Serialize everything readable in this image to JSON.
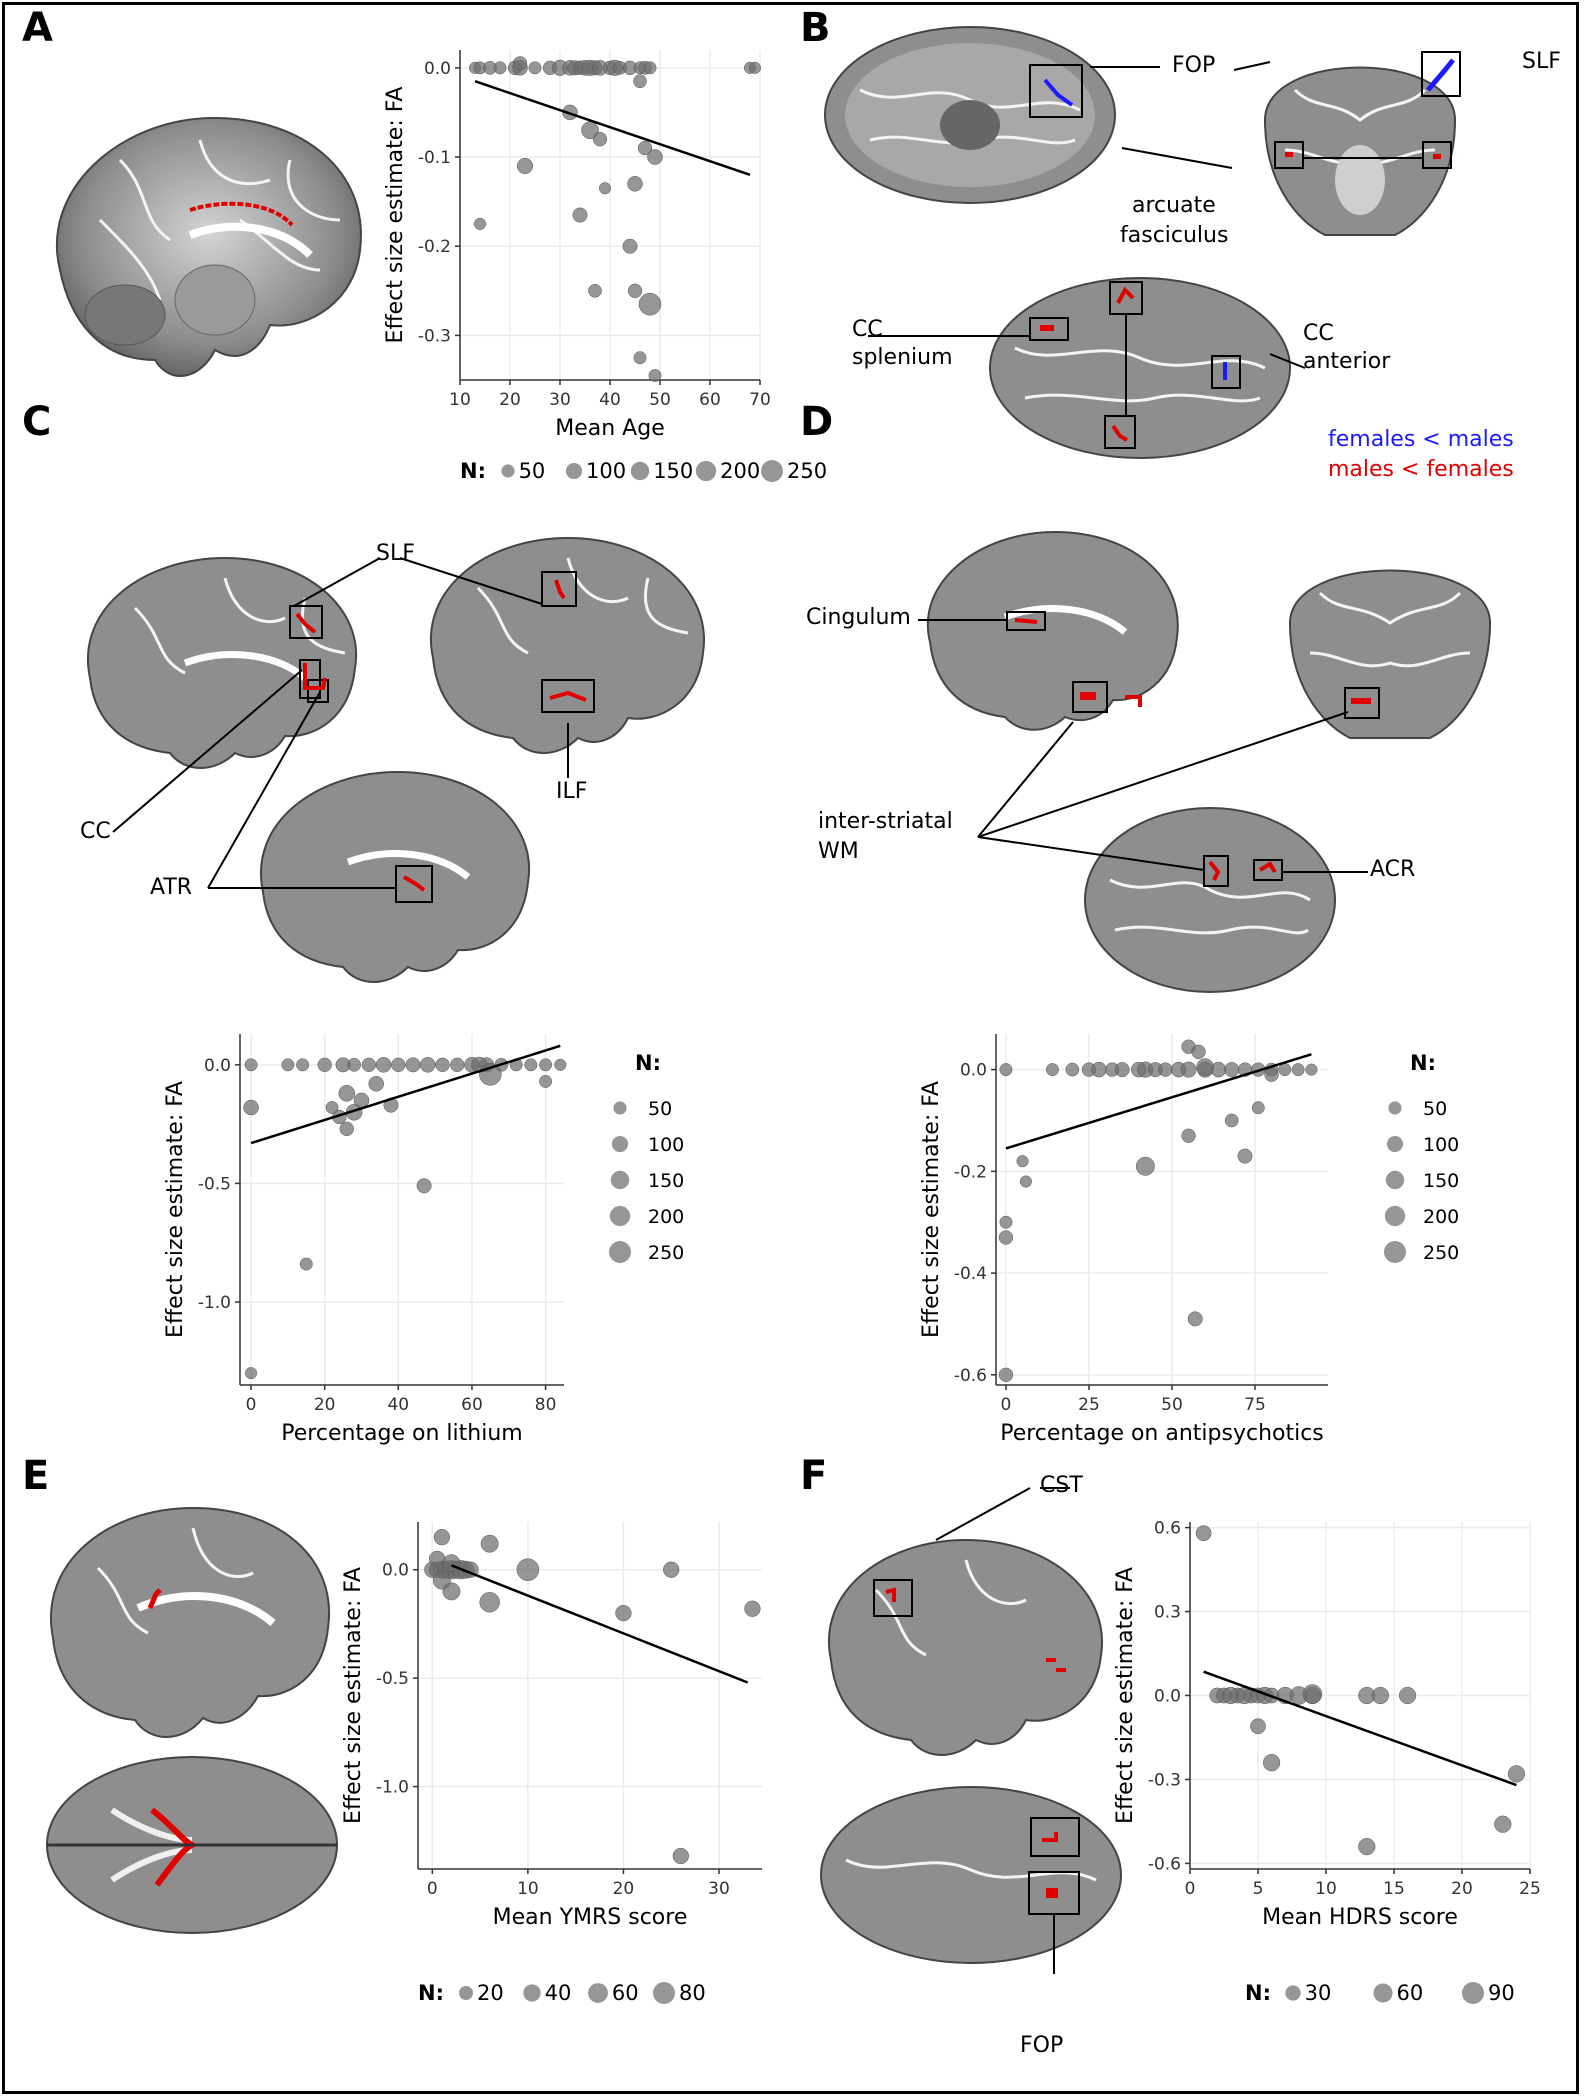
{
  "panels": {
    "A": {
      "letter": "A"
    },
    "B": {
      "letter": "B",
      "labels": {
        "fop": "FOP",
        "slf": "SLF",
        "arcuate1": "arcuate",
        "arcuate2": "fasciculus",
        "cc_splenium1": "CC",
        "cc_splenium2": "splenium",
        "cc_anterior1": "CC",
        "cc_anterior2": "anterior"
      },
      "legend": {
        "blue": "females < males",
        "red": "males < females",
        "blue_color": "#1a1aff",
        "red_color": "#e00000"
      }
    },
    "C": {
      "letter": "C",
      "labels": {
        "slf": "SLF",
        "cc": "CC",
        "atr": "ATR",
        "ilf": "ILF"
      }
    },
    "D": {
      "letter": "D",
      "labels": {
        "cingulum": "Cingulum",
        "isw1": "inter-striatal",
        "isw2": "WM",
        "acr": "ACR"
      }
    },
    "E": {
      "letter": "E"
    },
    "F": {
      "letter": "F",
      "labels": {
        "cst": "CST",
        "fop": "FOP"
      }
    }
  },
  "chart_data": [
    {
      "id": "A",
      "type": "scatter",
      "xlabel": "Mean Age",
      "ylabel": "Effect size estimate: FA",
      "xlim": [
        10,
        70
      ],
      "ylim": [
        -0.35,
        0.02
      ],
      "xticks": [
        10,
        20,
        30,
        40,
        50,
        60,
        70
      ],
      "yticks": [
        0.0,
        -0.1,
        -0.2,
        -0.3
      ],
      "ytick_labels": [
        "0.0",
        "-0.1",
        "-0.2",
        "-0.3"
      ],
      "xtick_labels": [
        "10",
        "20",
        "30",
        "40",
        "50",
        "60",
        "70"
      ],
      "trend": [
        [
          13,
          -0.015
        ],
        [
          68,
          -0.12
        ]
      ],
      "points": [
        [
          13,
          0,
          30
        ],
        [
          14,
          0,
          40
        ],
        [
          16,
          0,
          50
        ],
        [
          18,
          0,
          40
        ],
        [
          21,
          0,
          60
        ],
        [
          22,
          0,
          80
        ],
        [
          25,
          0,
          40
        ],
        [
          28,
          0,
          60
        ],
        [
          30,
          0,
          90
        ],
        [
          32,
          0,
          80
        ],
        [
          33,
          0,
          70
        ],
        [
          34,
          0,
          60
        ],
        [
          35,
          0,
          80
        ],
        [
          36,
          0,
          90
        ],
        [
          37,
          0,
          70
        ],
        [
          38,
          0,
          80
        ],
        [
          40,
          0,
          60
        ],
        [
          41,
          0,
          90
        ],
        [
          42,
          0,
          50
        ],
        [
          44,
          0,
          60
        ],
        [
          46,
          0,
          40
        ],
        [
          47,
          0,
          50
        ],
        [
          48,
          0,
          40
        ],
        [
          68,
          0,
          30
        ],
        [
          69,
          0,
          30
        ],
        [
          22,
          0.005,
          60
        ],
        [
          46,
          -0.015,
          50
        ],
        [
          32,
          -0.05,
          80
        ],
        [
          36,
          -0.07,
          120
        ],
        [
          38,
          -0.08,
          60
        ],
        [
          47,
          -0.09,
          60
        ],
        [
          49,
          -0.1,
          80
        ],
        [
          23,
          -0.11,
          90
        ],
        [
          45,
          -0.13,
          80
        ],
        [
          39,
          -0.135,
          30
        ],
        [
          14,
          -0.175,
          30
        ],
        [
          34,
          -0.165,
          70
        ],
        [
          44,
          -0.2,
          70
        ],
        [
          45,
          -0.25,
          60
        ],
        [
          37,
          -0.25,
          50
        ],
        [
          48,
          -0.265,
          250
        ],
        [
          46,
          -0.325,
          40
        ],
        [
          49,
          -0.345,
          40
        ]
      ],
      "legend": {
        "title": "N:",
        "sizes": [
          50,
          100,
          150,
          200,
          250
        ],
        "labels": [
          "50",
          "100",
          "150",
          "200",
          "250"
        ]
      }
    },
    {
      "id": "C",
      "type": "scatter",
      "xlabel": "Percentage on lithium",
      "ylabel": "Effect size estimate: FA",
      "xlim": [
        -3,
        85
      ],
      "ylim": [
        -1.35,
        0.13
      ],
      "xticks": [
        0,
        20,
        40,
        60,
        80
      ],
      "xtick_labels": [
        "0",
        "20",
        "40",
        "60",
        "80"
      ],
      "yticks": [
        0.0,
        -0.5,
        -1.0
      ],
      "ytick_labels": [
        "0.0",
        "-0.5",
        "-1.0"
      ],
      "trend": [
        [
          0,
          -0.33
        ],
        [
          84,
          0.08
        ]
      ],
      "points": [
        [
          0,
          0,
          40
        ],
        [
          10,
          0,
          40
        ],
        [
          14,
          0,
          40
        ],
        [
          20,
          0,
          60
        ],
        [
          25,
          0,
          70
        ],
        [
          28,
          0,
          50
        ],
        [
          32,
          0,
          60
        ],
        [
          36,
          0,
          80
        ],
        [
          40,
          0,
          60
        ],
        [
          44,
          0,
          70
        ],
        [
          48,
          0,
          80
        ],
        [
          52,
          0,
          60
        ],
        [
          56,
          0,
          60
        ],
        [
          60,
          0,
          80
        ],
        [
          64,
          0,
          70
        ],
        [
          68,
          0,
          50
        ],
        [
          72,
          0,
          40
        ],
        [
          76,
          0,
          40
        ],
        [
          80,
          0,
          40
        ],
        [
          84,
          0,
          30
        ],
        [
          62,
          0,
          90
        ],
        [
          65,
          -0.04,
          250
        ],
        [
          80,
          -0.07,
          40
        ],
        [
          34,
          -0.08,
          80
        ],
        [
          26,
          -0.12,
          100
        ],
        [
          30,
          -0.15,
          80
        ],
        [
          22,
          -0.18,
          40
        ],
        [
          0,
          -0.18,
          80
        ],
        [
          28,
          -0.2,
          100
        ],
        [
          38,
          -0.17,
          70
        ],
        [
          24,
          -0.22,
          60
        ],
        [
          26,
          -0.27,
          60
        ],
        [
          47,
          -0.51,
          70
        ],
        [
          15,
          -0.84,
          40
        ],
        [
          0,
          -1.3,
          30
        ]
      ],
      "legend": {
        "title": "N:",
        "sizes": [
          50,
          100,
          150,
          200,
          250
        ],
        "labels": [
          "50",
          "100",
          "150",
          "200",
          "250"
        ]
      }
    },
    {
      "id": "D",
      "type": "scatter",
      "xlabel": "Percentage on antipsychotics",
      "ylabel": "Effect size estimate: FA",
      "xlim": [
        -3,
        97
      ],
      "ylim": [
        -0.62,
        0.07
      ],
      "xticks": [
        0,
        25,
        50,
        75
      ],
      "xtick_labels": [
        "0",
        "25",
        "50",
        "75"
      ],
      "yticks": [
        0.0,
        -0.2,
        -0.4,
        -0.6
      ],
      "ytick_labels": [
        "0.0",
        "-0.2",
        "-0.4",
        "-0.6"
      ],
      "trend": [
        [
          0,
          -0.155
        ],
        [
          92,
          0.03
        ]
      ],
      "points": [
        [
          0,
          0,
          40
        ],
        [
          14,
          0,
          40
        ],
        [
          20,
          0,
          50
        ],
        [
          25,
          0,
          60
        ],
        [
          28,
          0,
          80
        ],
        [
          32,
          0,
          60
        ],
        [
          35,
          0,
          70
        ],
        [
          40,
          0,
          80
        ],
        [
          42,
          0,
          90
        ],
        [
          45,
          0,
          70
        ],
        [
          48,
          0,
          60
        ],
        [
          52,
          0,
          80
        ],
        [
          55,
          0,
          90
        ],
        [
          60,
          0,
          90
        ],
        [
          64,
          0,
          80
        ],
        [
          68,
          0,
          70
        ],
        [
          72,
          0,
          60
        ],
        [
          76,
          0,
          60
        ],
        [
          80,
          0,
          50
        ],
        [
          84,
          0,
          40
        ],
        [
          88,
          0,
          40
        ],
        [
          92,
          0,
          30
        ],
        [
          60,
          0.005,
          120
        ],
        [
          55,
          0.045,
          60
        ],
        [
          58,
          0.035,
          60
        ],
        [
          80,
          -0.01,
          60
        ],
        [
          76,
          -0.075,
          40
        ],
        [
          68,
          -0.1,
          50
        ],
        [
          55,
          -0.13,
          60
        ],
        [
          72,
          -0.17,
          70
        ],
        [
          42,
          -0.19,
          150
        ],
        [
          5,
          -0.18,
          30
        ],
        [
          6,
          -0.22,
          30
        ],
        [
          0,
          -0.3,
          40
        ],
        [
          0,
          -0.33,
          60
        ],
        [
          57,
          -0.49,
          70
        ],
        [
          0,
          -0.6,
          60
        ]
      ],
      "legend": {
        "title": "N:",
        "sizes": [
          50,
          100,
          150,
          200,
          250
        ],
        "labels": [
          "50",
          "100",
          "150",
          "200",
          "250"
        ]
      }
    },
    {
      "id": "E",
      "type": "scatter",
      "xlabel": "Mean YMRS score",
      "ylabel": "Effect size estimate: FA",
      "xlim": [
        -1.5,
        34.5
      ],
      "ylim": [
        -1.38,
        0.22
      ],
      "xticks": [
        0,
        10,
        20,
        30
      ],
      "xtick_labels": [
        "0",
        "10",
        "20",
        "30"
      ],
      "yticks": [
        0.0,
        -0.5,
        -1.0
      ],
      "ytick_labels": [
        "0.0",
        "-0.5",
        "-1.0"
      ],
      "trend": [
        [
          2,
          0.02
        ],
        [
          33,
          -0.52
        ]
      ],
      "points": [
        [
          0,
          0,
          30
        ],
        [
          0.5,
          0,
          30
        ],
        [
          1,
          0,
          40
        ],
        [
          1.5,
          0,
          40
        ],
        [
          2,
          0,
          50
        ],
        [
          2.5,
          0,
          40
        ],
        [
          3,
          0,
          50
        ],
        [
          3.5,
          0,
          40
        ],
        [
          4,
          0,
          30
        ],
        [
          0.5,
          0.05,
          30
        ],
        [
          1,
          -0.05,
          40
        ],
        [
          2,
          0.03,
          40
        ],
        [
          1,
          0.15,
          30
        ],
        [
          6,
          0.12,
          40
        ],
        [
          10,
          0,
          80
        ],
        [
          6,
          -0.15,
          60
        ],
        [
          2,
          -0.1,
          40
        ],
        [
          20,
          -0.2,
          30
        ],
        [
          25,
          0,
          30
        ],
        [
          33.5,
          -0.18,
          30
        ],
        [
          26,
          -1.32,
          30
        ]
      ],
      "legend": {
        "title": "N:",
        "sizes": [
          20,
          40,
          60,
          80
        ],
        "labels": [
          "20",
          "40",
          "60",
          "80"
        ]
      }
    },
    {
      "id": "F",
      "type": "scatter",
      "xlabel": "Mean HDRS score",
      "ylabel": "Effect size estimate: FA",
      "xlim": [
        0,
        25
      ],
      "ylim": [
        -0.62,
        0.62
      ],
      "xticks": [
        0,
        5,
        10,
        15,
        20,
        25
      ],
      "xtick_labels": [
        "0",
        "5",
        "10",
        "15",
        "20",
        "25"
      ],
      "yticks": [
        0.6,
        0.3,
        0.0,
        -0.3,
        -0.6
      ],
      "ytick_labels": [
        "0.6",
        "0.3",
        "0.0",
        "-0.3",
        "-0.6"
      ],
      "trend": [
        [
          1,
          0.085
        ],
        [
          24,
          -0.32
        ]
      ],
      "points": [
        [
          1,
          0.58,
          30
        ],
        [
          2,
          0,
          30
        ],
        [
          2.5,
          0,
          30
        ],
        [
          3,
          0,
          40
        ],
        [
          3.5,
          0,
          30
        ],
        [
          4,
          0,
          40
        ],
        [
          4.5,
          0,
          30
        ],
        [
          5,
          0,
          30
        ],
        [
          5.5,
          0,
          40
        ],
        [
          6,
          0,
          30
        ],
        [
          7,
          0,
          40
        ],
        [
          8,
          0,
          50
        ],
        [
          9,
          0,
          40
        ],
        [
          13,
          0,
          40
        ],
        [
          14,
          0,
          40
        ],
        [
          16,
          0,
          40
        ],
        [
          9,
          0.005,
          60
        ],
        [
          5,
          -0.11,
          30
        ],
        [
          6,
          -0.24,
          40
        ],
        [
          24,
          -0.28,
          40
        ],
        [
          23,
          -0.46,
          40
        ],
        [
          13,
          -0.54,
          40
        ]
      ],
      "legend": {
        "title": "N:",
        "sizes": [
          30,
          60,
          90
        ],
        "labels": [
          "30",
          "60",
          "90"
        ]
      }
    }
  ]
}
